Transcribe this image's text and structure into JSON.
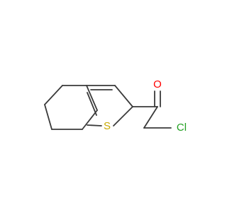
{
  "molecule": {
    "atoms": {
      "sulfur": {
        "symbol": "S",
        "color": "#c8a800"
      },
      "oxygen": {
        "symbol": "O",
        "color": "#ff0000"
      },
      "chlorine": {
        "symbol": "Cl",
        "color": "#22a022"
      }
    },
    "bond_color": "#3a3a3a",
    "background": "#ffffff"
  }
}
